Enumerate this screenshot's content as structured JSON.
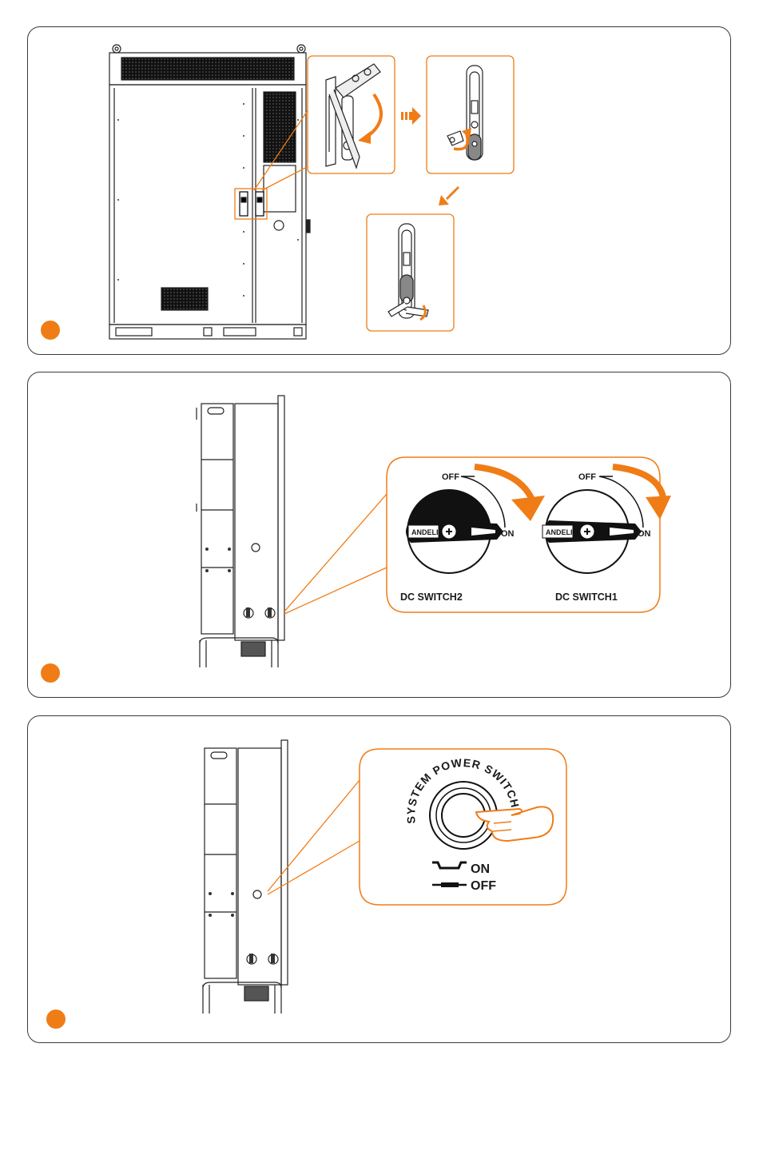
{
  "accent_color": "#f07c16",
  "steps": [
    {
      "marker_icon": "orange-step-dot"
    },
    {
      "marker_icon": "orange-step-dot",
      "switches": [
        {
          "name": "DC SWITCH2",
          "off_label": "OFF",
          "on_label": "ON",
          "brand": "ANDELI"
        },
        {
          "name": "DC SWITCH1",
          "off_label": "OFF",
          "on_label": "ON",
          "brand": "ANDELI"
        }
      ]
    },
    {
      "marker_icon": "orange-step-dot",
      "power_switch": {
        "ring_label": "SYSTEM POWER SWITCH",
        "on_label": "ON",
        "off_label": "OFF"
      }
    }
  ]
}
